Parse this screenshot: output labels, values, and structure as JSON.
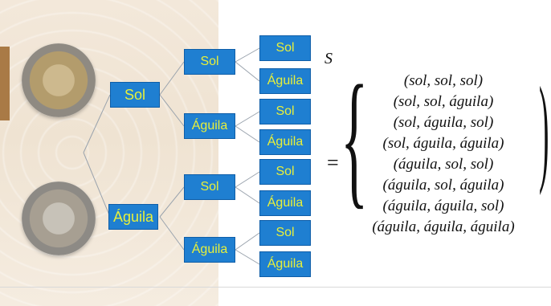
{
  "tree": {
    "level1": [
      {
        "label": "Sol"
      },
      {
        "label": "Águila"
      }
    ],
    "level2": [
      {
        "label": "Sol"
      },
      {
        "label": "Águila"
      },
      {
        "label": "Sol"
      },
      {
        "label": "Águila"
      }
    ],
    "level3": [
      {
        "label": "Sol"
      },
      {
        "label": "Águila"
      },
      {
        "label": "Sol"
      },
      {
        "label": "Águila"
      },
      {
        "label": "Sol"
      },
      {
        "label": "Águila"
      },
      {
        "label": "Sol"
      },
      {
        "label": "Águila"
      }
    ]
  },
  "sample_space": {
    "symbol": "S",
    "equals": "=",
    "outcomes": [
      "(sol, sol, sol)",
      "(sol, sol, águila)",
      "(sol, águila, sol)",
      "(sol, águila, águila)",
      "(águila, sol, sol)",
      "(águila, sol, águila)",
      "(águila, águila, sol)",
      "(águila, águila, águila)"
    ]
  },
  "colors": {
    "node_fill": "#1f7fd1",
    "node_text": "#e8f03a",
    "panel_bg": "#f3e8da",
    "accent_tab": "#a97a46"
  }
}
